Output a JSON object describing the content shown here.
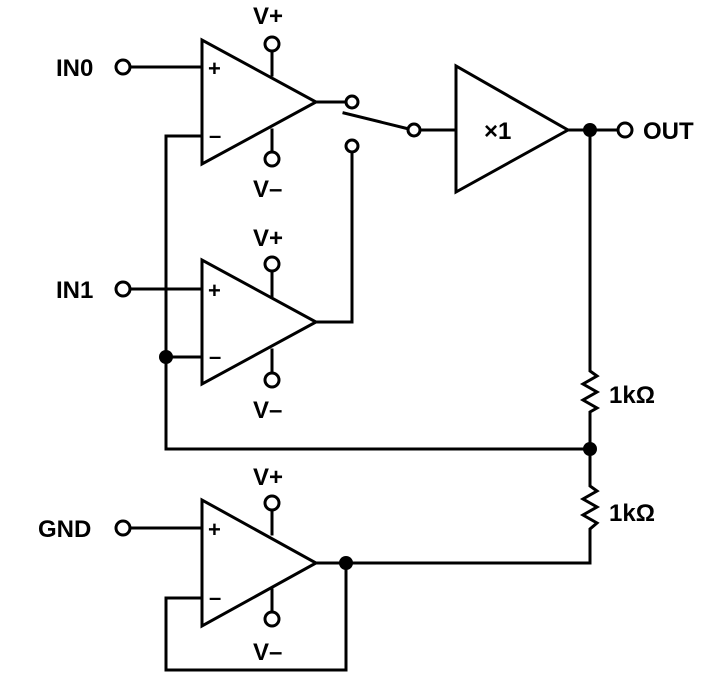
{
  "labels": {
    "in0": "IN0",
    "in1": "IN1",
    "gnd": "GND",
    "out": "OUT",
    "vplus": "V+",
    "vminus": "V–",
    "buffer_gain": "×1",
    "resistor_top": "1kΩ",
    "resistor_bottom": "1kΩ",
    "plus_sign": "+",
    "minus_sign": "–"
  }
}
